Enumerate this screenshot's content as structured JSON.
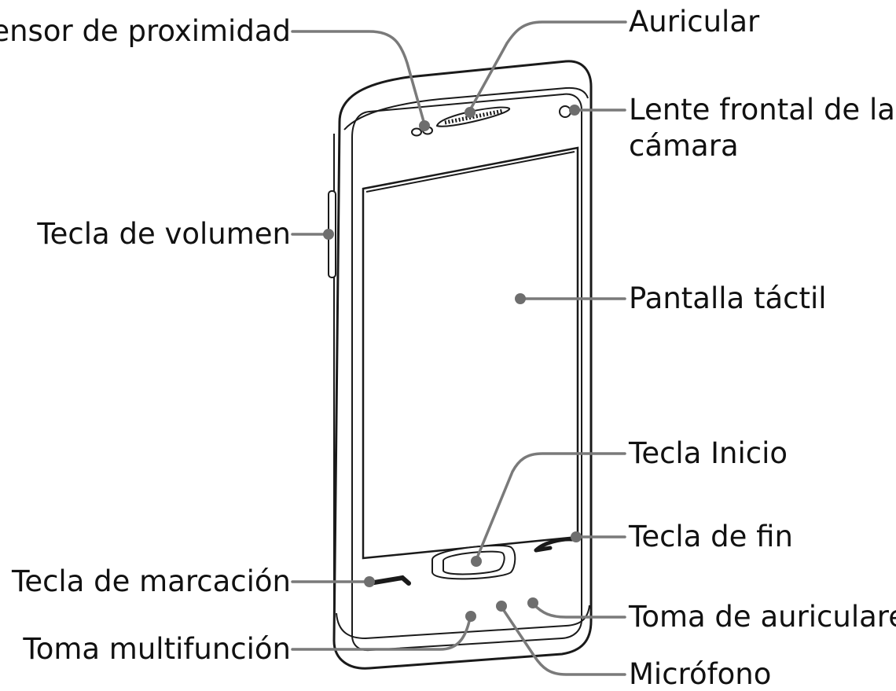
{
  "labels": {
    "proximity_sensor": "Sensor de proximidad",
    "earpiece": "Auricular",
    "front_camera_line1": "Lente frontal de la",
    "front_camera_line2": "cámara",
    "volume_key": "Tecla de volumen",
    "touch_screen": "Pantalla táctil",
    "home_key": "Tecla Inicio",
    "end_key": "Tecla de fin",
    "dial_key": "Tecla de marcación",
    "headset_jack": "Toma de auriculares",
    "multifunction_jack": "Toma multifunción",
    "microphone": "Micrófono"
  },
  "colors": {
    "callout_line": "#7a7a7a",
    "callout_dot": "#6e6e6e",
    "outline": "#1a1a1a",
    "text": "#111111"
  }
}
